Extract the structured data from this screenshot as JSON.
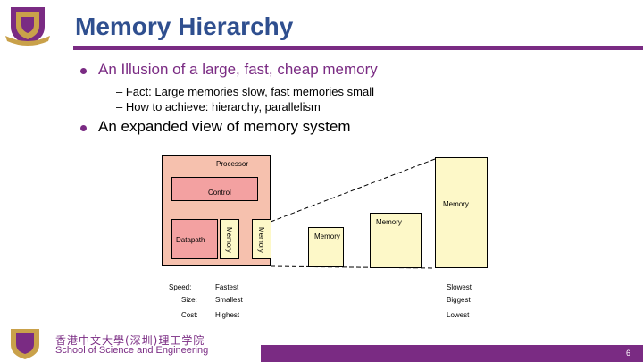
{
  "slide": {
    "title": "Memory Hierarchy",
    "bullets": [
      {
        "text": "An Illusion of a large, fast, cheap memory",
        "subpoints": [
          "– Fact: Large memories slow, fast memories small",
          "– How to achieve: hierarchy, parallelism"
        ]
      },
      {
        "text": "An expanded view of memory system"
      }
    ]
  },
  "diagram": {
    "processor": "Processor",
    "control": "Control",
    "datapath": "Datapath",
    "memory_label": "Memory",
    "rows": [
      {
        "label": "Speed:",
        "first": "Fastest",
        "last": "Slowest"
      },
      {
        "label": "Size:",
        "first": "Smallest",
        "last": "Biggest"
      },
      {
        "label": "Cost:",
        "first": "Highest",
        "last": "Lowest"
      }
    ]
  },
  "colors": {
    "title": "#2f4f8f",
    "accent": "#7a2b83",
    "processor": "#f6c1ae",
    "unit": "#f3a1a1",
    "memory": "#fdf8c8"
  },
  "icons": {
    "header_logo": "university-crest-icon",
    "footer_logo": "university-crest-icon"
  },
  "footer": {
    "school_cn": "香港中文大學(深圳)理工学院",
    "school_en": "School of Science and Engineering",
    "page": "6"
  }
}
